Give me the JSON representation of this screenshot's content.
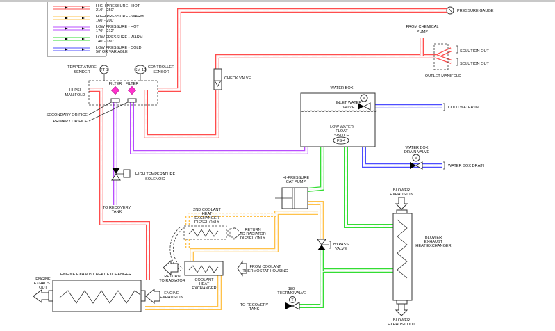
{
  "legend": [
    {
      "line1": "HIGH PRESSURE - HOT",
      "line2": "210' - 250'",
      "color": "#ff4d4d"
    },
    {
      "line1": "HIGH PRESSURE - WARM",
      "line2": "160' - 200'",
      "color": "#ffc24a"
    },
    {
      "line1": "LOW PRESSURE - HOT",
      "line2": "170' - 212'",
      "color": "#b84dff"
    },
    {
      "line1": "LOW PRESSURE - WARM",
      "line2": "140' - 180'",
      "color": "#33dd33"
    },
    {
      "line1": "LOW PRESSURE - COLD",
      "line2": "50' OR VARIABLE",
      "color": "#4d4dff"
    }
  ],
  "labels": {
    "pressure_gauge": "PRESSURE GAUGE",
    "from_chemical_1": "FROM CHEMICAL",
    "from_chemical_2": "PUMP",
    "solution_out_1": "SOLUTION OUT",
    "solution_out_2": "SOLUTION OUT",
    "outlet_manifold": "OUTLET MANIFOLD",
    "temp_sender_1": "TEMPERATURE",
    "temp_sender_2": "SENDER",
    "tt1": "TT-1",
    "sm12": "SM-12",
    "controller_1": "CONTROLLER",
    "controller_2": "SENSOR",
    "hipsi_1": "HI-PSI",
    "hipsi_2": "MANIFOLD",
    "filter_1": "FILTER",
    "filter_2": "FILTER",
    "secondary_orifice": "SECONDARY ORIFICE",
    "primary_orifice": "PRIMARY ORIFICE",
    "check_valve": "CHECK VALVE",
    "water_box": "WATER BOX",
    "inlet_valve_1": "INLET WATER",
    "inlet_valve_2": "VALVE",
    "m1": "M",
    "m2": "M",
    "cold_water_in": "COLD WATER IN",
    "float_1": "LOW WATER",
    "float_2": "FLOAT",
    "float_3": "SWITCH",
    "fs4": "FS-4",
    "drain_valve_1": "WATER BOX",
    "drain_valve_2": "DRAIN VALVE",
    "water_box_drain": "WATER BOX DRAIN",
    "hts_1": "HIGH TEMPERATURE",
    "hts_2": "SOLENOID",
    "recovery_1": "TO RECOVERY",
    "recovery_2": "TANK",
    "cat_pump_1": "HI-PRESSURE",
    "cat_pump_2": "CAT PUMP",
    "blower_in_1": "BLOWER",
    "blower_in_2": "EXHAUST IN",
    "blower_hx_1": "BLOWER",
    "blower_hx_2": "EXHAUST",
    "blower_hx_3": "HEAT EXCHANGER",
    "blower_out_1": "BLOWER",
    "blower_out_2": "EXHAUST OUT",
    "hx2_1": "2ND COOLANT",
    "hx2_2": "HEAT",
    "hx2_3": "EXCHANGER",
    "hx2_4": "DIESEL ONLY",
    "ret_diesel_1": "RETURN",
    "ret_diesel_2": "TO RADIATOR",
    "ret_diesel_3": "DIESEL ONLY",
    "bypass_1": "BYPASS",
    "bypass_2": "VALVE",
    "from_coolant_1": "FROM COOLANT",
    "from_coolant_2": "THERMOSTAT HOUSING",
    "ret_rad_1": "RETURN",
    "ret_rad_2": "TO RADIATOR",
    "chx_1": "COOLANT",
    "chx_2": "HEAT",
    "chx_3": "EXCHANGER",
    "thermo_1": "180'",
    "thermo_2": "THERMOVALVE",
    "t": "T",
    "recovery2_1": "TO RECOVERY",
    "recovery2_2": "TANK",
    "ehx": "ENGINE EXHAUST HEAT EXCHANGER",
    "eout_1": "ENGINE",
    "eout_2": "EXHAUST",
    "eout_3": "OUT",
    "ein_1": "ENGINE",
    "ein_2": "EXHAUST IN"
  }
}
